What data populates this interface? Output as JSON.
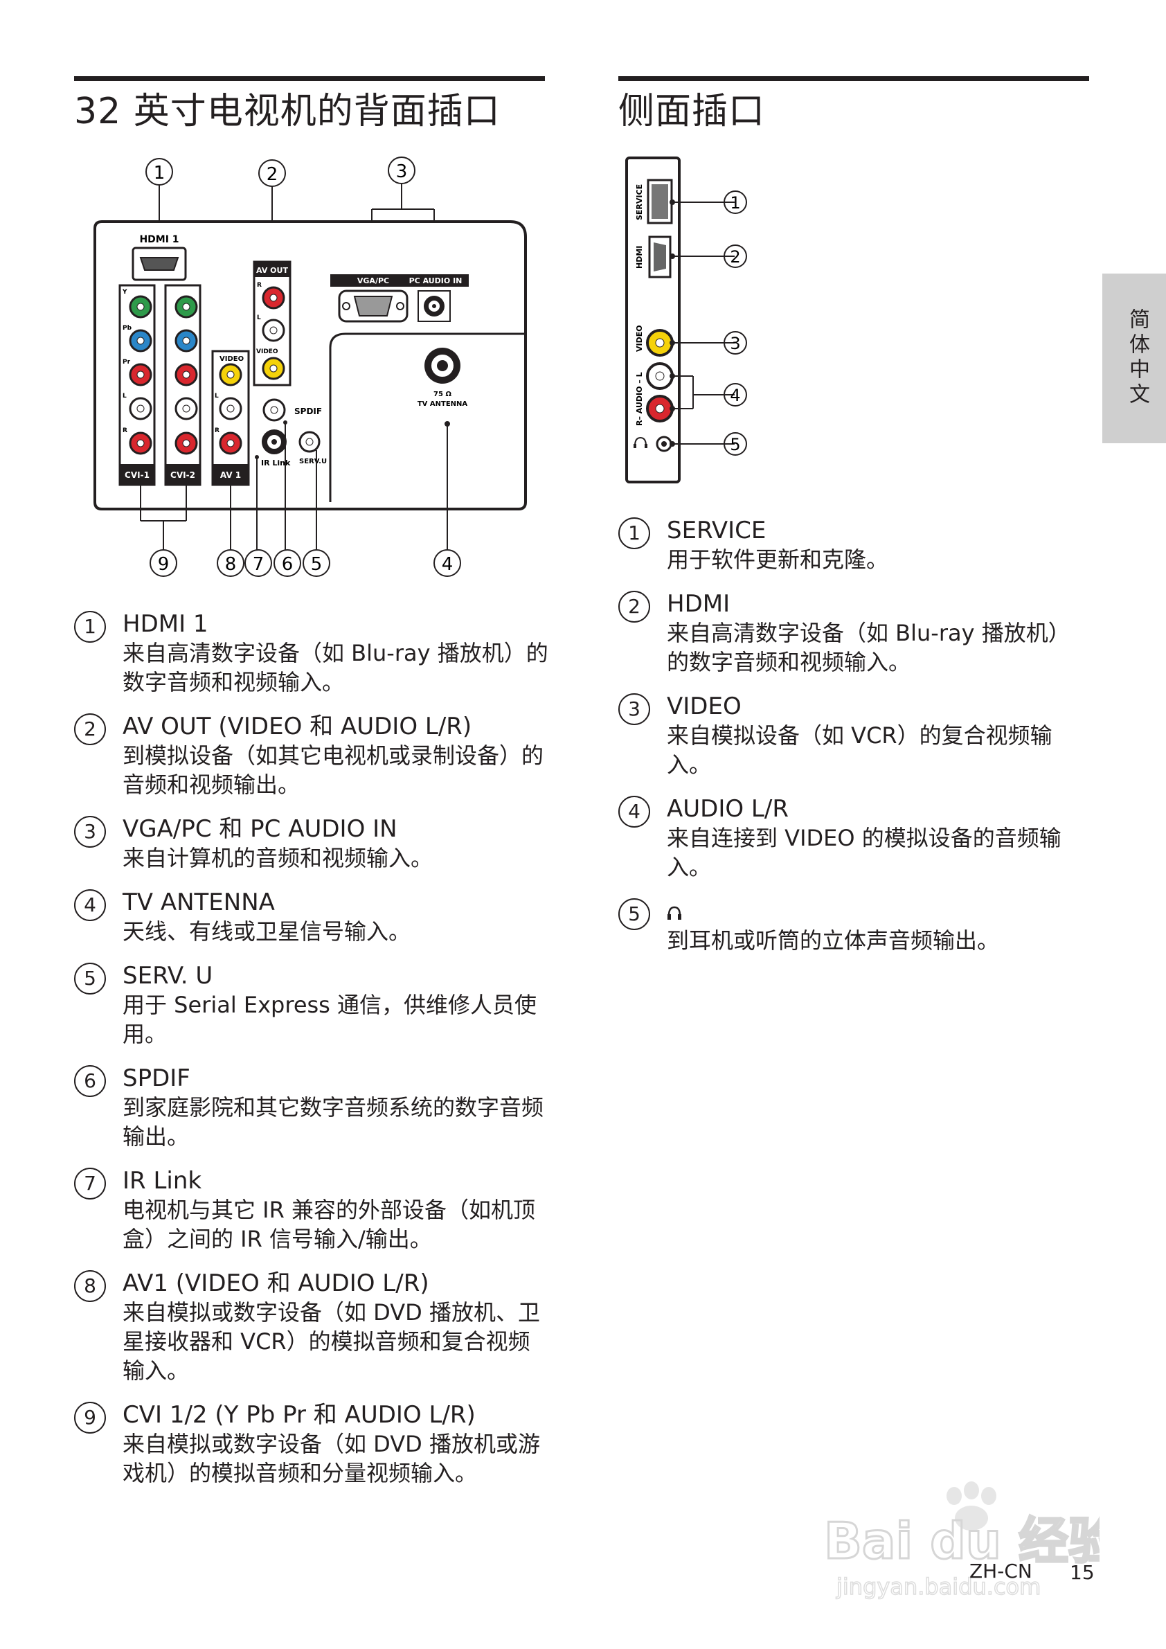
{
  "left_section": {
    "title": "32 英寸电视机的背面插口",
    "diagram": {
      "labels": {
        "hdmi1": "HDMI 1",
        "av_out": "AV OUT",
        "vga_pc": "VGA/PC",
        "pc_audio_in": "PC AUDIO IN",
        "video": "VIDEO",
        "spdif": "SPDIF",
        "ir_link": "IR Link",
        "serv_u": "SERV.U",
        "ohm": "75 Ω",
        "tv_antenna": "TV ANTENNA",
        "cvi1": "CVI-1",
        "cvi2": "CVI-2",
        "av1": "AV 1",
        "y": "Y",
        "pb": "Pb",
        "pr": "Pr",
        "l": "L",
        "r": "R"
      },
      "callouts": [
        "1",
        "2",
        "3",
        "4",
        "5",
        "6",
        "7",
        "8",
        "9"
      ]
    },
    "items": [
      {
        "num": "1",
        "title": "HDMI 1",
        "desc": "来自高清数字设备（如 Blu-ray 播放机）的数字音频和视频输入。"
      },
      {
        "num": "2",
        "title": "AV OUT (VIDEO 和 AUDIO L/R)",
        "desc": "到模拟设备（如其它电视机或录制设备）的音频和视频输出。"
      },
      {
        "num": "3",
        "title": "VGA/PC 和 PC AUDIO IN",
        "desc": "来自计算机的音频和视频输入。"
      },
      {
        "num": "4",
        "title": "TV ANTENNA",
        "desc": "天线、有线或卫星信号输入。"
      },
      {
        "num": "5",
        "title": "SERV. U",
        "desc": "用于 Serial Express 通信，供维修人员使用。"
      },
      {
        "num": "6",
        "title": "SPDIF",
        "desc": "到家庭影院和其它数字音频系统的数字音频输出。"
      },
      {
        "num": "7",
        "title": "IR Link",
        "desc": "电视机与其它 IR 兼容的外部设备（如机顶盒）之间的 IR 信号输入/输出。"
      },
      {
        "num": "8",
        "title": "AV1 (VIDEO 和 AUDIO L/R)",
        "desc": "来自模拟或数字设备（如 DVD 播放机、卫星接收器和 VCR）的模拟音频和复合视频输入。"
      },
      {
        "num": "9",
        "title": "CVI 1/2 (Y Pb Pr 和 AUDIO L/R)",
        "desc": "来自模拟或数字设备（如 DVD 播放机或游戏机）的模拟音频和分量视频输入。"
      }
    ]
  },
  "right_section": {
    "title": "侧面插口",
    "diagram": {
      "labels": {
        "service": "SERVICE",
        "hdmi": "HDMI",
        "video": "VIDEO",
        "audio": "R– AUDIO – L"
      },
      "callouts": [
        "1",
        "2",
        "3",
        "4",
        "5"
      ]
    },
    "items": [
      {
        "num": "1",
        "title": "SERVICE",
        "desc": "用于软件更新和克隆。"
      },
      {
        "num": "2",
        "title": "HDMI",
        "desc": "来自高清数字设备（如 Blu-ray 播放机）的数字音频和视频输入。"
      },
      {
        "num": "3",
        "title": "VIDEO",
        "desc": "来自模拟设备（如 VCR）的复合视频输入。"
      },
      {
        "num": "4",
        "title": "AUDIO L/R",
        "desc": "来自连接到 VIDEO 的模拟设备的音频输入。"
      },
      {
        "num": "5",
        "title": "",
        "desc": "到耳机或听筒的立体声音频输出。"
      }
    ]
  },
  "side_tab": "简体中文",
  "footer": {
    "lang_code": "ZH-CN",
    "page": "15"
  },
  "watermark": {
    "brand": "Bai du 经验",
    "url": "jingyan.baidu.com"
  },
  "colors": {
    "text": "#231f20",
    "tab": "#cfcfcf",
    "green": "#2e9a4a",
    "blue": "#2a86c8",
    "red": "#d9272e",
    "yellow": "#f5d20a",
    "watermark": "#dddddd"
  }
}
